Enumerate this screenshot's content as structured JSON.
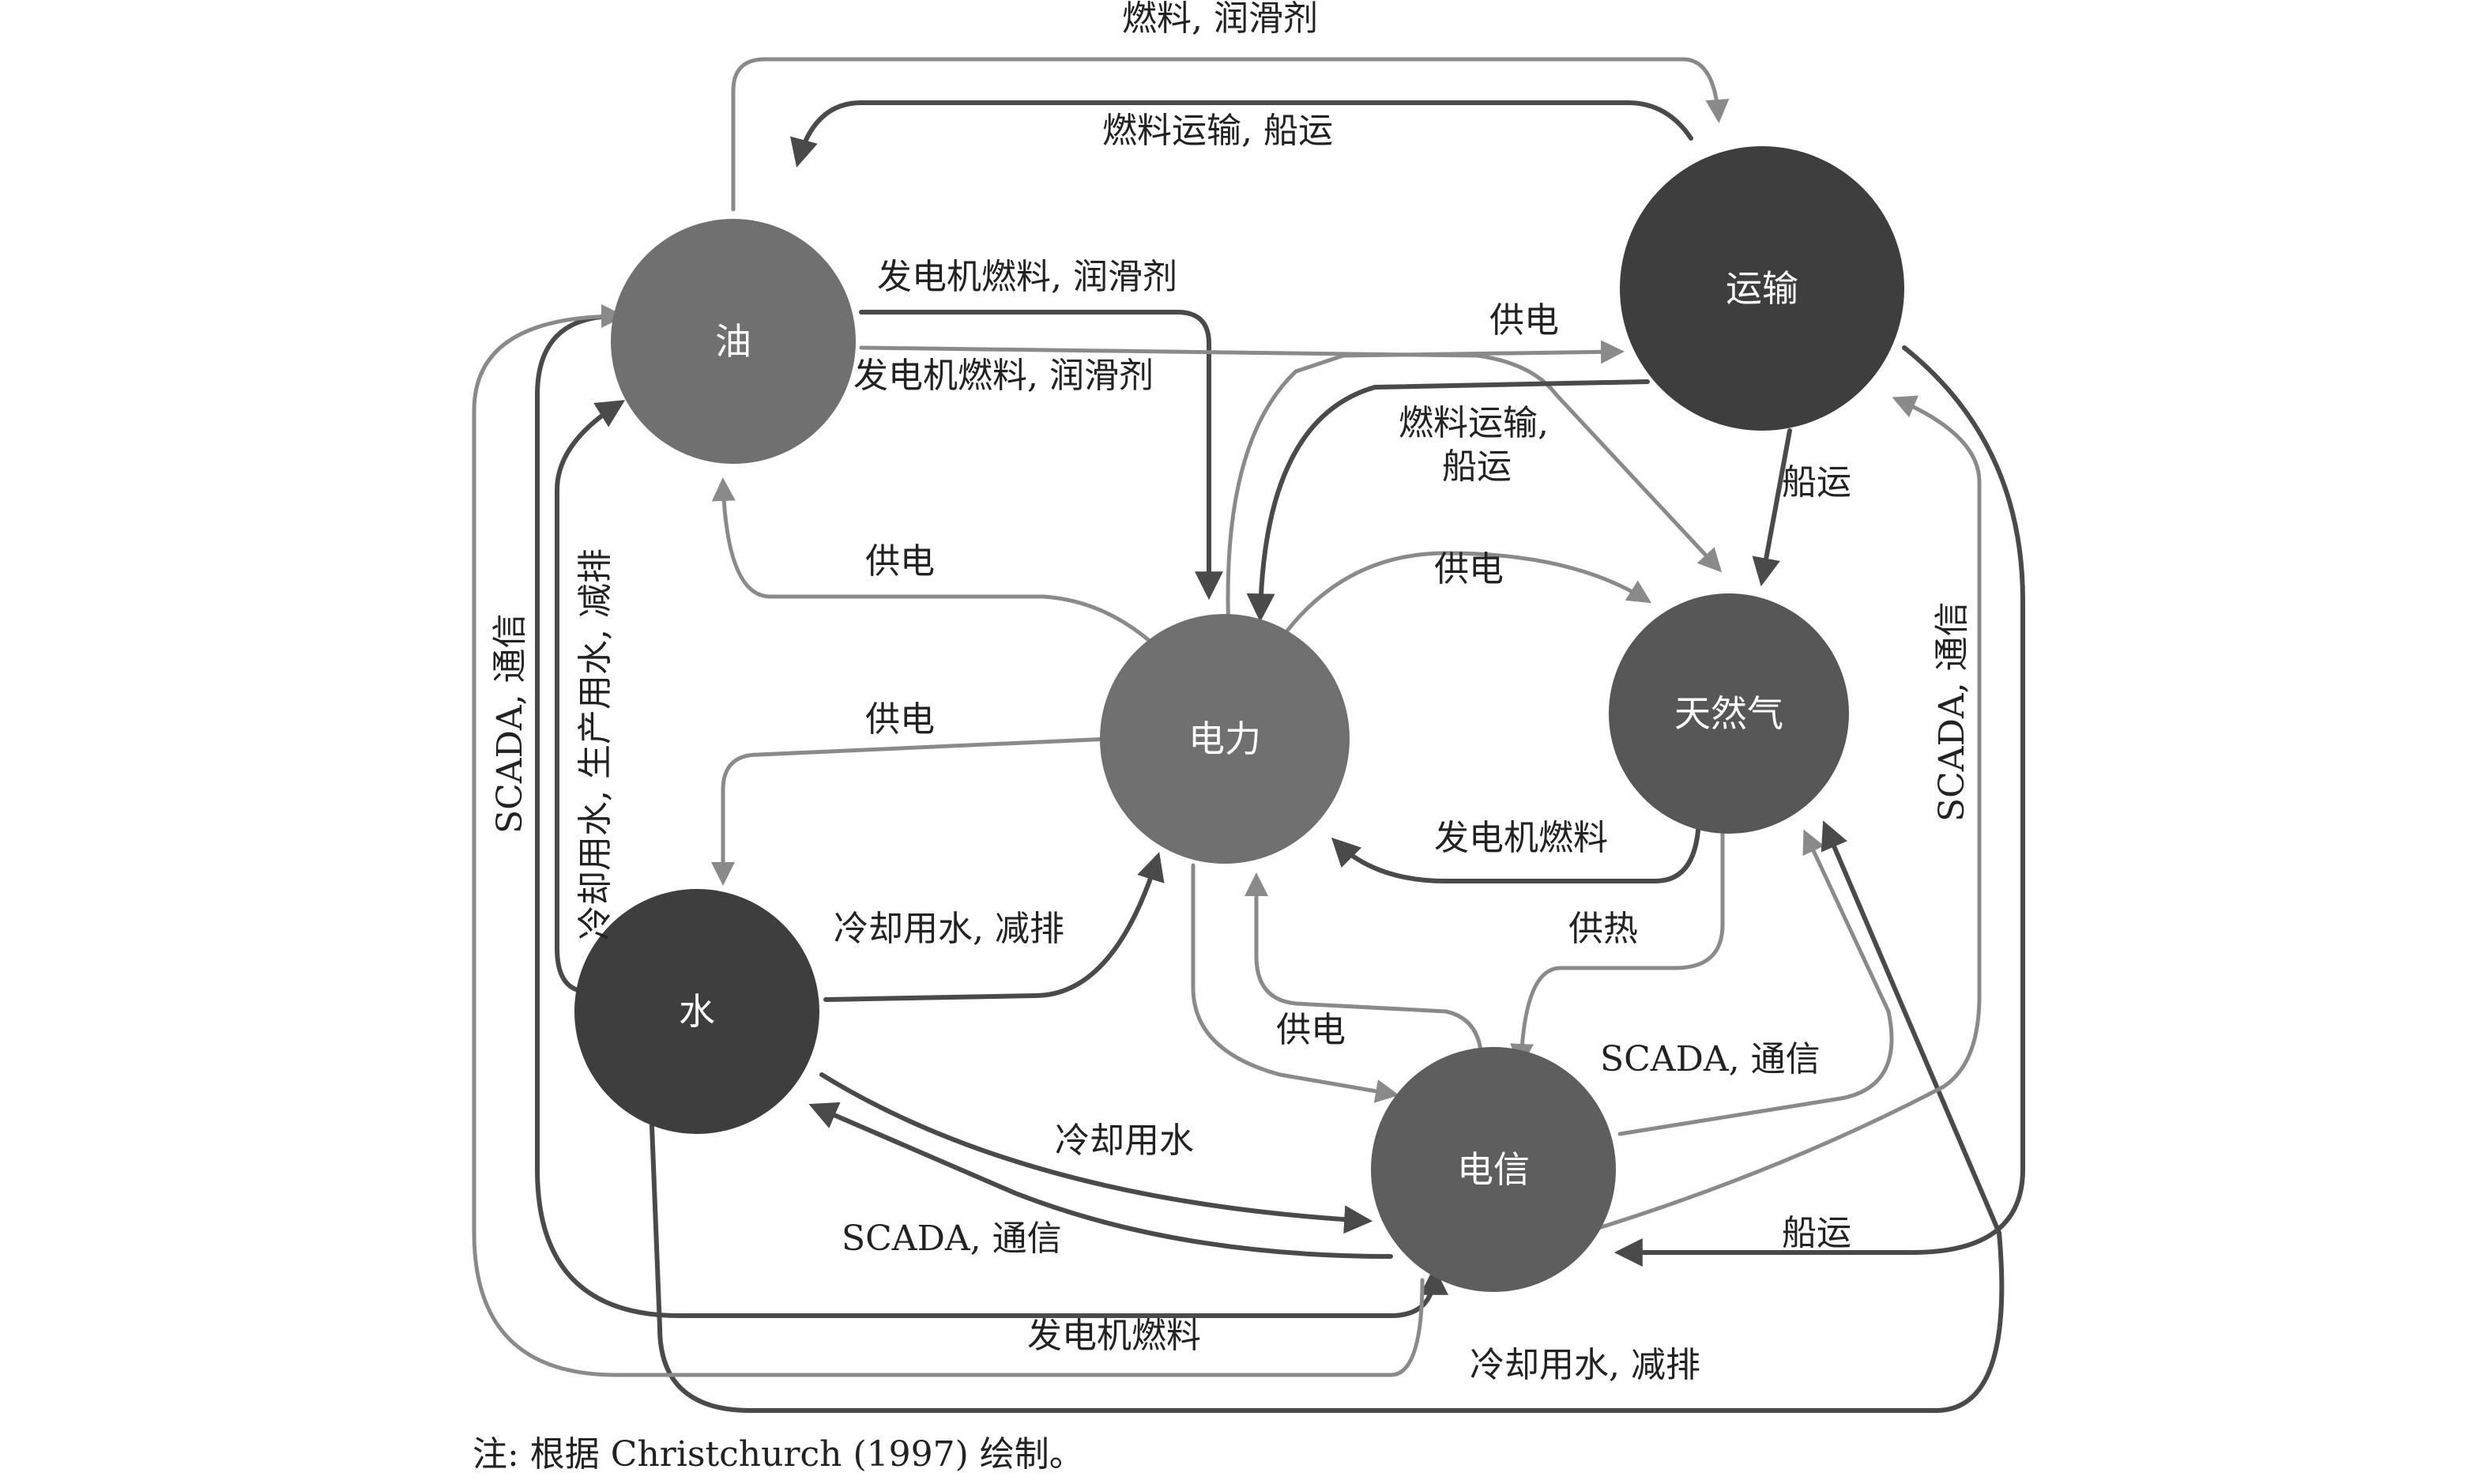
{
  "nodes": {
    "oil": "油",
    "transport": "运输",
    "power": "电力",
    "gas": "天然气",
    "water": "水",
    "telecom": "电信"
  },
  "colors": {
    "node_light": "#707070",
    "node_mid": "#5e5e5e",
    "node_dark": "#3e3e3e",
    "edge_light": "#8a8a8a",
    "edge_dark": "#4a4a4a"
  },
  "edge_labels": {
    "oil_to_transport": "燃料, 润滑剂",
    "transport_to_oil": "燃料运输, 船运",
    "oil_to_power": "发电机燃料, 润滑剂",
    "oil_to_gas": "发电机燃料, 润滑剂",
    "power_to_transport": "供电",
    "transport_to_power": "燃料运输,",
    "transport_to_power_2": "船运",
    "transport_to_gas": "船运",
    "power_to_oil": "供电",
    "power_to_gas": "供电",
    "power_to_water": "供电",
    "gas_to_power": "发电机燃料",
    "gas_to_telecom": "供热",
    "water_to_power": "冷却用水, 减排",
    "power_to_telecom": "供电",
    "telecom_to_gas": "SCADA, 通信",
    "water_to_telecom": "冷却用水",
    "telecom_to_water": "SCADA, 通信",
    "oil_to_telecom": "发电机燃料",
    "water_to_gas": "冷却用水, 减排",
    "transport_to_telecom": "船运",
    "telecom_to_transport": "SCADA, 通信",
    "telecom_to_oil": "SCADA, 通信",
    "water_to_oil": "冷却用水, 生产用水, 减排"
  },
  "note": "注: 根据 Christchurch (1997) 绘制。"
}
